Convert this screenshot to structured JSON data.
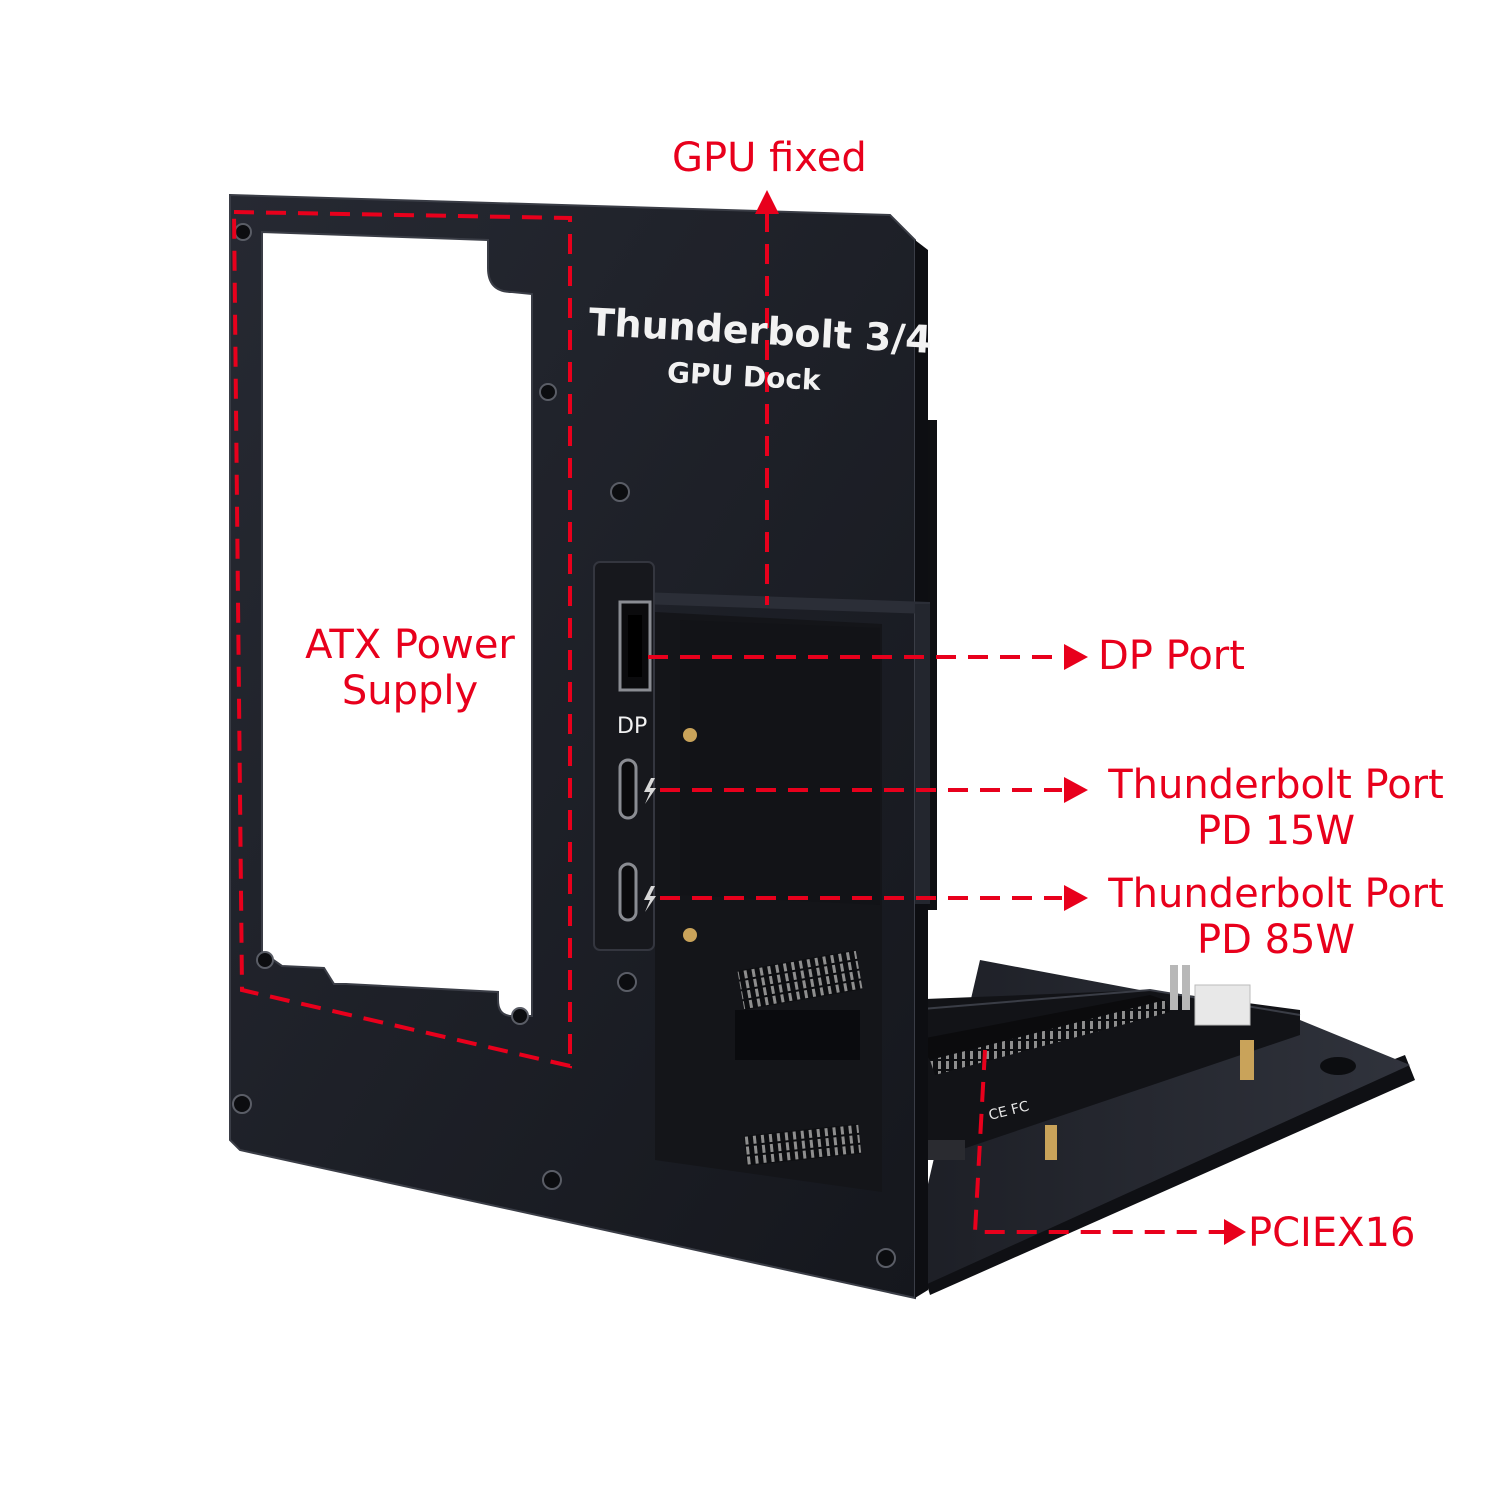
{
  "product": {
    "title_line1": "Thunderbolt 3/4",
    "title_line2": "GPU Dock",
    "port_label_dp": "DP"
  },
  "callouts": {
    "gpu_fixed": "GPU fixed",
    "atx_line1": "ATX Power",
    "atx_line2": "Supply",
    "dp_port": "DP Port",
    "tb_port_1_line1": "Thunderbolt Port",
    "tb_port_1_line2": "PD 15W",
    "tb_port_2_line1": "Thunderbolt Port",
    "tb_port_2_line2": "PD 85W",
    "pciex16": "PCIEX16"
  },
  "colors": {
    "callout": "#e8001c",
    "panel": "#1b1d24",
    "panel_edge": "#2c2f38",
    "pcb": "#15161a",
    "gold": "#c9a35a"
  },
  "icons": [
    "arrow-up-icon",
    "arrow-right-icon",
    "thunderbolt-icon"
  ]
}
